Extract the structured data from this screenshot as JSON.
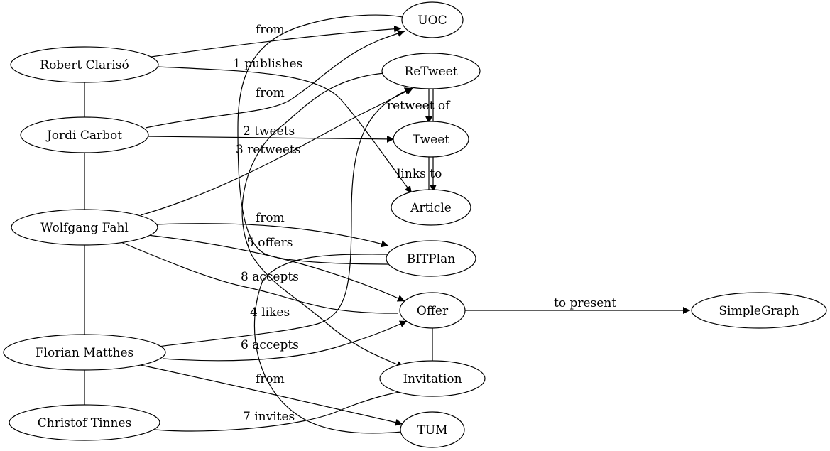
{
  "colors": {
    "background": "#ffffff",
    "stroke": "#000000",
    "text": "#000000"
  },
  "nodes": [
    {
      "id": "robert",
      "label": "Robert Clarisó"
    },
    {
      "id": "jordi",
      "label": "Jordi Carbot"
    },
    {
      "id": "wolfgang",
      "label": "Wolfgang Fahl"
    },
    {
      "id": "florian",
      "label": "Florian Matthes"
    },
    {
      "id": "christof",
      "label": "Christof Tinnes"
    },
    {
      "id": "uoc",
      "label": "UOC"
    },
    {
      "id": "retweet",
      "label": "ReTweet"
    },
    {
      "id": "tweet",
      "label": "Tweet"
    },
    {
      "id": "article",
      "label": "Article"
    },
    {
      "id": "bitplan",
      "label": "BITPlan"
    },
    {
      "id": "offer",
      "label": "Offer"
    },
    {
      "id": "invitation",
      "label": "Invitation"
    },
    {
      "id": "tum",
      "label": "TUM"
    },
    {
      "id": "simplegraph",
      "label": "SimpleGraph"
    }
  ],
  "edges": [
    {
      "id": "robert-jordi",
      "label": ""
    },
    {
      "id": "jordi-wolfgang",
      "label": ""
    },
    {
      "id": "wolfgang-florian",
      "label": ""
    },
    {
      "id": "florian-christof",
      "label": ""
    },
    {
      "id": "robert-uoc",
      "label": "from"
    },
    {
      "id": "robert-article",
      "label": "1 publishes"
    },
    {
      "id": "jordi-uoc",
      "label": "from"
    },
    {
      "id": "jordi-tweet",
      "label": "2 tweets"
    },
    {
      "id": "wolfgang-retweet",
      "label": "3 retweets"
    },
    {
      "id": "wolfgang-bitplan",
      "label": "from"
    },
    {
      "id": "wolfgang-offer-5",
      "label": "5 offers"
    },
    {
      "id": "wolfgang-offer-8",
      "label": "8 accepts"
    },
    {
      "id": "florian-retweet",
      "label": "4 likes"
    },
    {
      "id": "florian-offer",
      "label": "6 accepts"
    },
    {
      "id": "florian-tum",
      "label": "from"
    },
    {
      "id": "christof-invitation",
      "label": "7 invites"
    },
    {
      "id": "retweet-tweet",
      "label": "retweet of"
    },
    {
      "id": "tweet-article",
      "label": "links to"
    },
    {
      "id": "bitplan-uoc",
      "label": ""
    },
    {
      "id": "offer-simplegraph",
      "label": "to present"
    },
    {
      "id": "offer-invitation",
      "label": ""
    },
    {
      "id": "tum-bitplan",
      "label": ""
    },
    {
      "id": "retweet-invitation",
      "label": ""
    }
  ]
}
